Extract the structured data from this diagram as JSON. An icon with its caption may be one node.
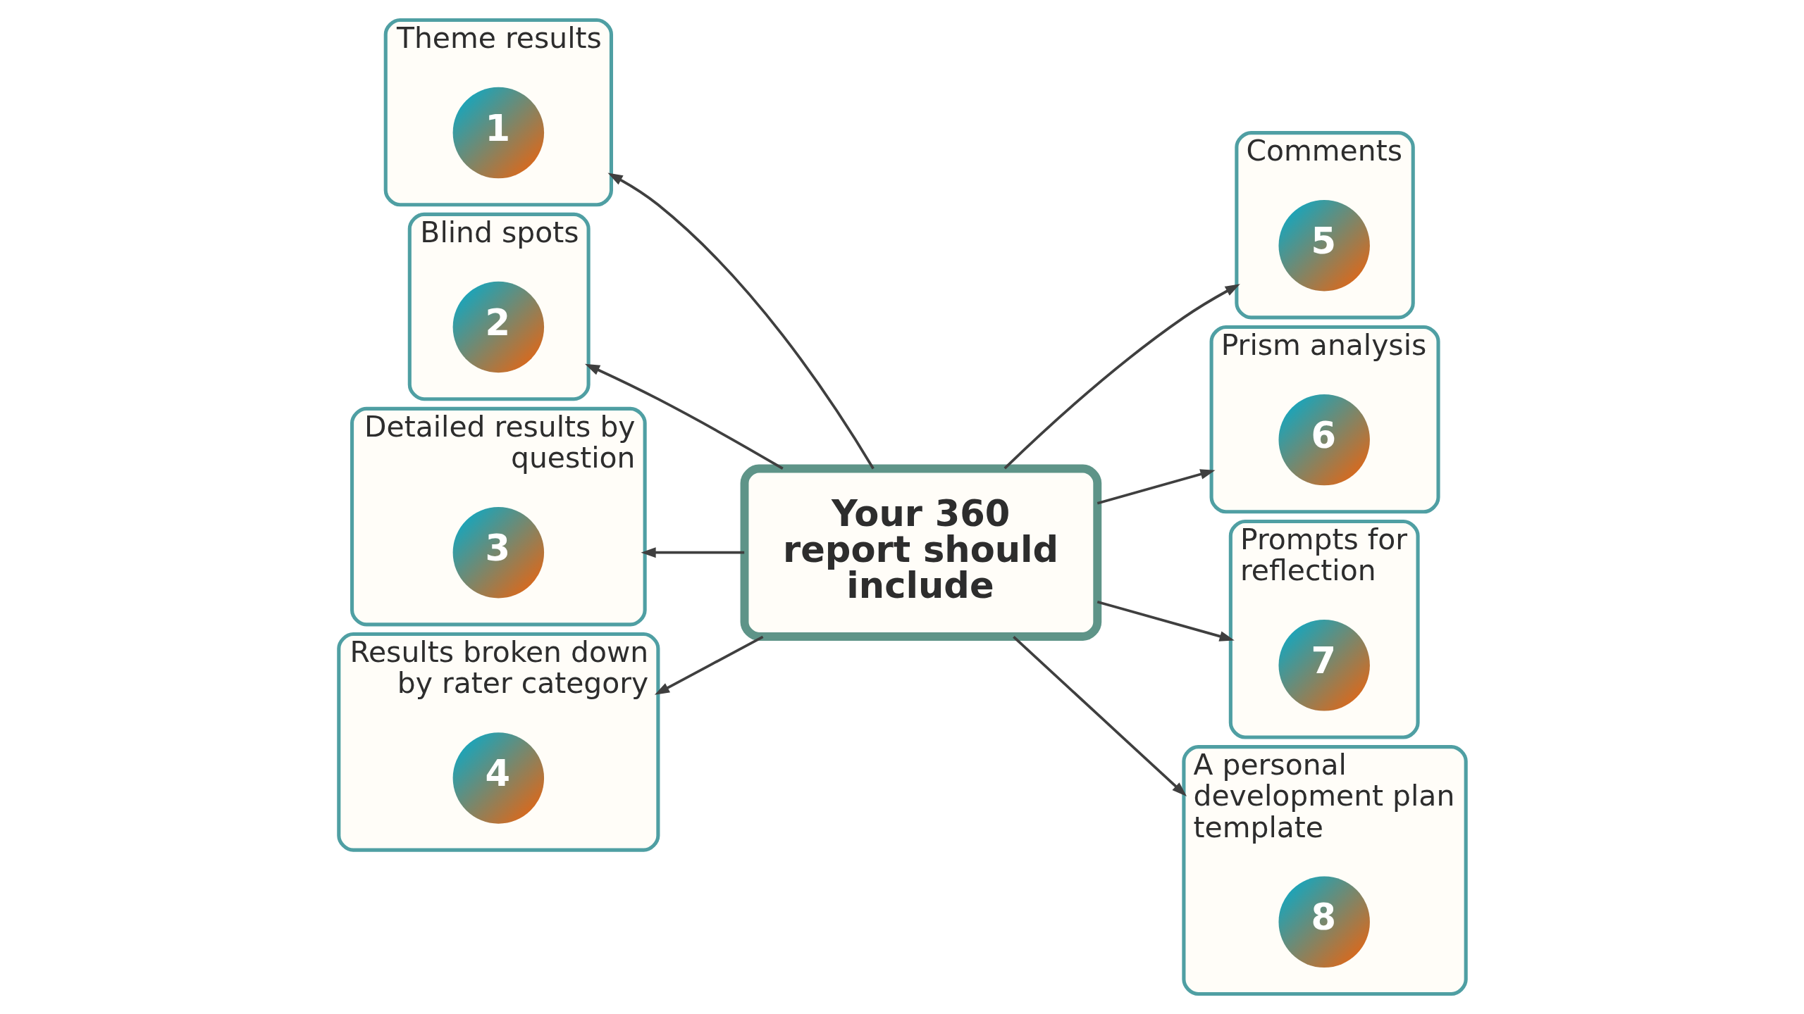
{
  "diagram": {
    "nodes": [
      {
        "text": [
          "Your 360 report should include"
        ]
      },
      {
        "text": [
          "Theme results"
        ]
      },
      {
        "text": [
          "1"
        ],
        "in": 1
      },
      {
        "text": [
          "Blind spots"
        ]
      },
      {
        "text": [
          "2"
        ],
        "in": 3
      },
      {
        "text": [
          "Detailed results by question"
        ]
      },
      {
        "text": [
          "3"
        ],
        "in": 5
      },
      {
        "text": [
          "Results broken down by rater category"
        ]
      },
      {
        "text": [
          "4"
        ],
        "in": 7
      },
      {
        "text": [
          "Comments"
        ]
      },
      {
        "text": [
          "5"
        ],
        "in": 9
      },
      {
        "text": [
          "Prism analysis"
        ]
      },
      {
        "text": [
          "6"
        ],
        "in": 11
      },
      {
        "text": [
          "Prompts for reflection"
        ]
      },
      {
        "text": [
          "7"
        ],
        "in": 13
      },
      {
        "text": [
          "A personal development plan template"
        ]
      },
      {
        "text": [
          "8"
        ],
        "in": 15
      }
    ],
    "edges": [
      {
        "from": 0,
        "to": 1,
        "arrow": "to"
      },
      {
        "from": 0,
        "to": 3,
        "arrow": "to"
      },
      {
        "from": 0,
        "to": 5,
        "arrow": "to"
      },
      {
        "from": 0,
        "to": 7,
        "arrow": "to"
      },
      {
        "from": 0,
        "to": 9,
        "arrow": "to"
      },
      {
        "from": 0,
        "to": 11,
        "arrow": "to"
      },
      {
        "from": 0,
        "to": 13,
        "arrow": "to"
      },
      {
        "from": 0,
        "to": 15,
        "arrow": "to"
      }
    ]
  }
}
